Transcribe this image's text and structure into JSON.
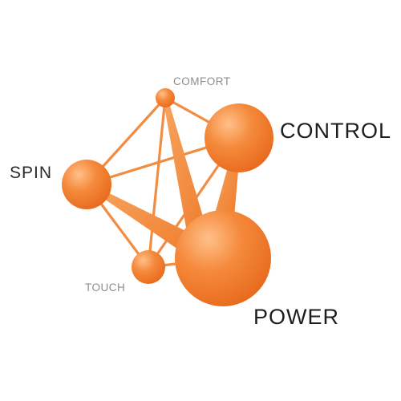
{
  "labels": {
    "comfort": "COMFORT",
    "control": "CONTROL",
    "spin": "SPIN",
    "touch": "TOUCH",
    "power": "POWER"
  },
  "colors": {
    "node_light": "#ffc08a",
    "node_mid": "#f58a3c",
    "node_dark": "#e86a1c",
    "edge": "#f28c40",
    "background": "#ffffff"
  }
}
